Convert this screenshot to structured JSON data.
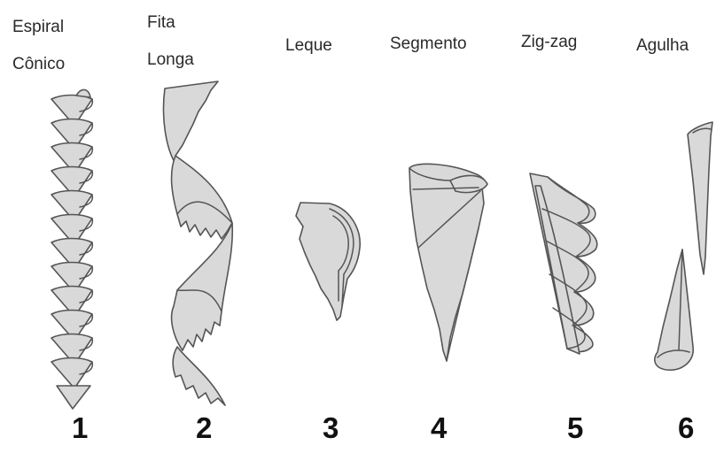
{
  "figure": {
    "items": [
      {
        "label_line1": "Espiral",
        "label_line2": "Cônico",
        "number": "1"
      },
      {
        "label_line1": "Fita",
        "label_line2": "Longa",
        "number": "2"
      },
      {
        "label_line1": "Leque",
        "number": "3"
      },
      {
        "label_line1": "Segmento",
        "number": "4"
      },
      {
        "label_line1": "Zig-zag",
        "number": "5"
      },
      {
        "label_line1": "Agulha",
        "number": "6"
      }
    ]
  }
}
